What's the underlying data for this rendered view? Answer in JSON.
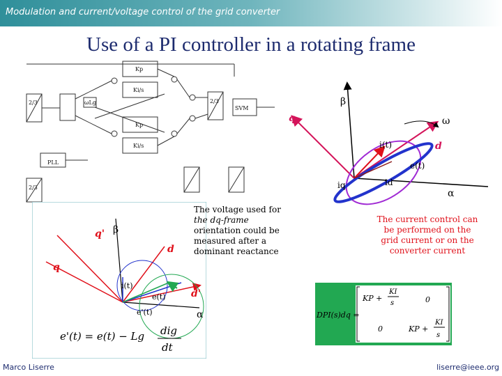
{
  "header": {
    "title": "Modulation and current/voltage control of the grid converter"
  },
  "slide": {
    "title": "Use of a PI controller in a rotating frame"
  },
  "diagram": {
    "blocks": {
      "pll": "PLL",
      "svm": "SVM",
      "kp1": "Kp",
      "kp2": "Kp",
      "ki1": "Ki/s",
      "ki2": "Ki/s",
      "wl": "ωLg",
      "t23a": "2/3",
      "t23b": "2/3",
      "t23c": "2/3"
    }
  },
  "phasor_top": {
    "beta": "β",
    "omega": "ω",
    "alpha": "α",
    "q": "q",
    "d": "d",
    "i_t": "i(t)",
    "e_t": "e(t)",
    "iq": "iq",
    "id": "id"
  },
  "phasor_bottom": {
    "q_prime": "q'",
    "beta": "β",
    "d": "d",
    "q": "q",
    "i_t": "i(t)",
    "e_t": "e(t)",
    "e_prime_t": "e'(t)",
    "d_prime": "d'",
    "alpha": "α"
  },
  "equation": {
    "lhs": "e'(t) = e(t) − Lg",
    "frac_num": "dig",
    "frac_den": "dt"
  },
  "notes": {
    "voltage": [
      "The voltage used for",
      "the dq-frame",
      "orientation could be",
      "measured after a",
      "dominant reactance"
    ],
    "current": [
      "The current control can",
      "be performed on the",
      "grid current or on the",
      "converter current"
    ]
  },
  "matrix": {
    "label": "DPI(s)dq =",
    "kp": "KP +",
    "ki": "KI",
    "s": "s",
    "zero": "0"
  },
  "footer": {
    "author": "Marco Liserre",
    "email": "liserre@ieee.org"
  }
}
